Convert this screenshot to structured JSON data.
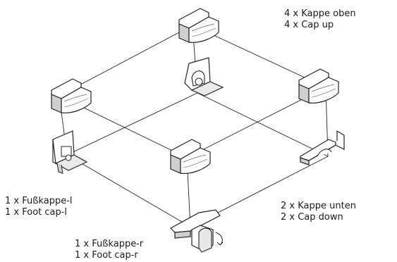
{
  "labels": {
    "cap_top": {
      "line1": "4 x Kappe oben",
      "line2": "4 x Cap up"
    },
    "foot_cap_left": {
      "line1": "1 x Fußkappe-l",
      "line2": "1 x Foot cap-l"
    },
    "cap_bottom": {
      "line1": "2 x Kappe unten",
      "line2": "2 x Cap down"
    },
    "foot_cap_right": {
      "line1": "1 x Fußkappe-r",
      "line2": "1 x Foot cap-r"
    }
  },
  "colors": {
    "line": "#222222",
    "fill": "#ffffff",
    "shade": "#dcdcdc"
  }
}
